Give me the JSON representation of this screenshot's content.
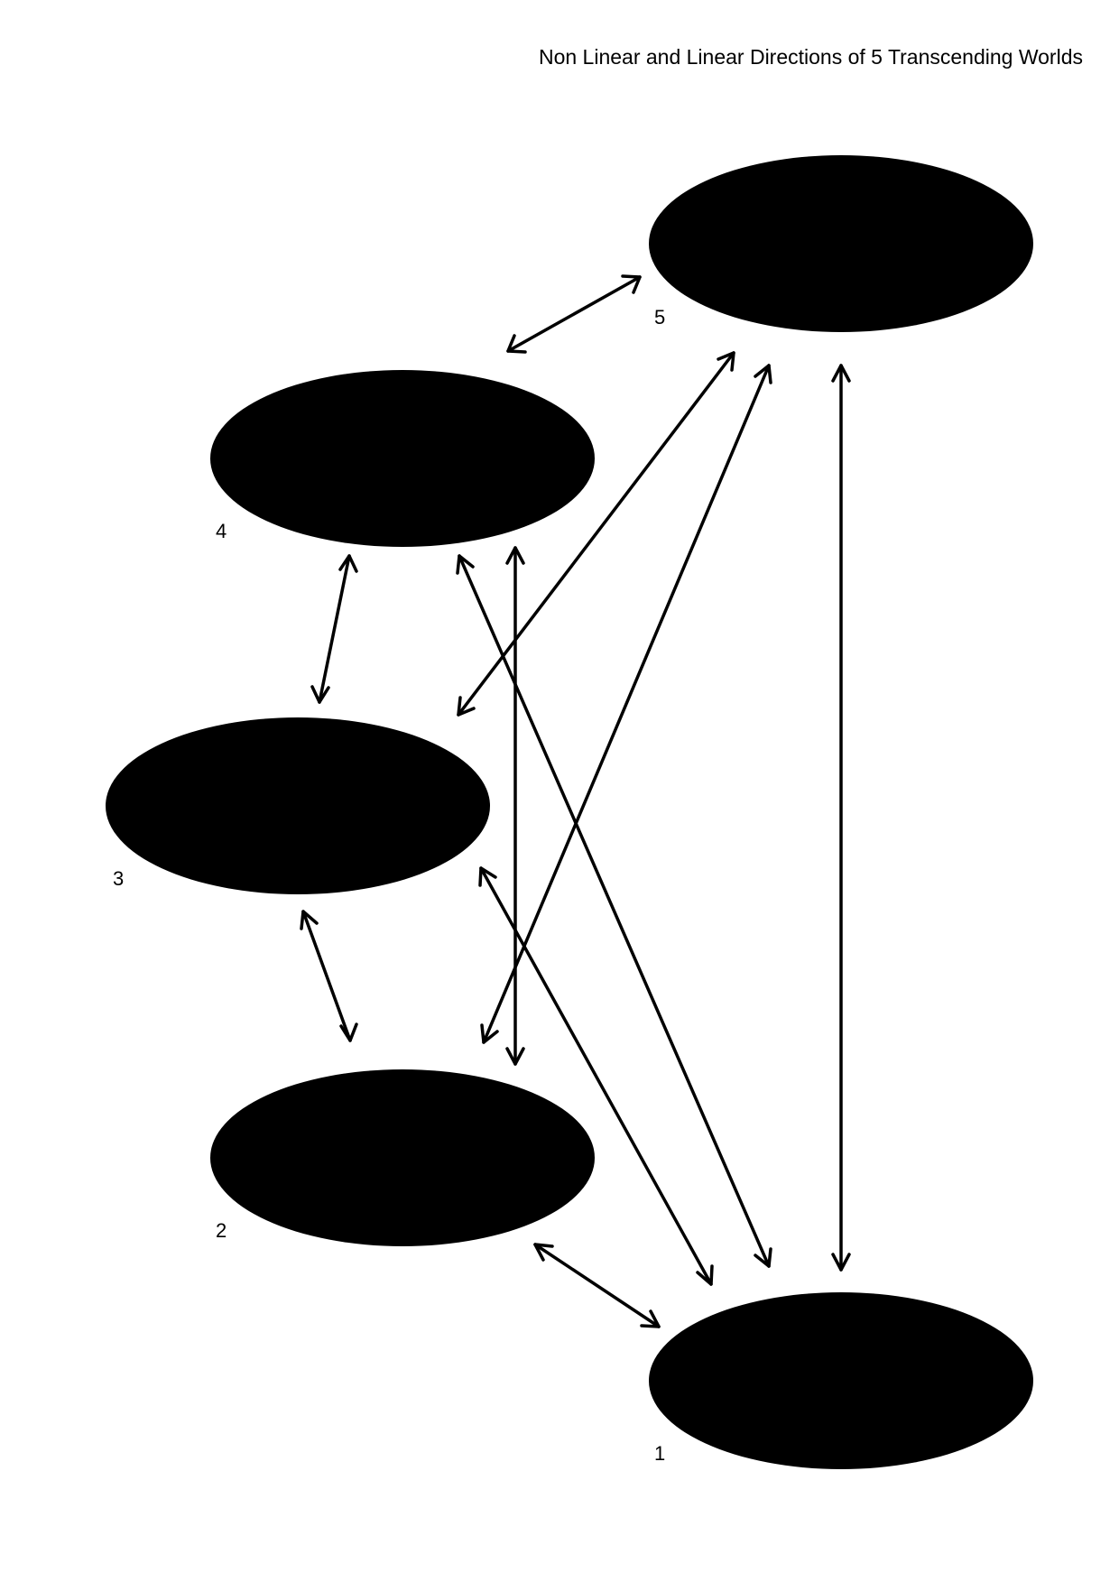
{
  "title": "Non Linear and Linear Directions of 5 Transcending Worlds",
  "colors": {
    "node_fill": "#000000",
    "arrow_stroke": "#000000",
    "background": "#ffffff"
  },
  "nodes": [
    {
      "id": "1",
      "label": "1"
    },
    {
      "id": "2",
      "label": "2"
    },
    {
      "id": "3",
      "label": "3"
    },
    {
      "id": "4",
      "label": "4"
    },
    {
      "id": "5",
      "label": "5"
    }
  ],
  "edges": [
    {
      "from": "4",
      "to": "5",
      "direction": "bidirectional"
    },
    {
      "from": "3",
      "to": "5",
      "direction": "bidirectional"
    },
    {
      "from": "2",
      "to": "5",
      "direction": "bidirectional"
    },
    {
      "from": "1",
      "to": "5",
      "direction": "bidirectional"
    },
    {
      "from": "3",
      "to": "4",
      "direction": "bidirectional"
    },
    {
      "from": "1",
      "to": "4",
      "direction": "bidirectional"
    },
    {
      "from": "2",
      "to": "4",
      "direction": "bidirectional"
    },
    {
      "from": "2",
      "to": "3",
      "direction": "bidirectional"
    },
    {
      "from": "1",
      "to": "3",
      "direction": "bidirectional"
    },
    {
      "from": "1",
      "to": "2",
      "direction": "bidirectional"
    }
  ]
}
